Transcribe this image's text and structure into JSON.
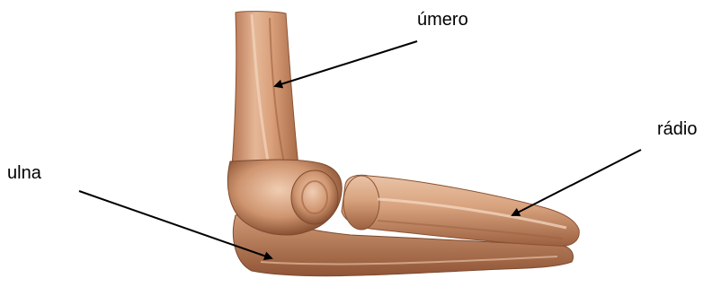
{
  "labels": {
    "humerus": "úmero",
    "radius": "rádio",
    "ulna": "ulna"
  },
  "colors": {
    "bone_light": "#e8bfa0",
    "bone_mid": "#d39a74",
    "bone_dark": "#a86a47",
    "bone_shadow": "#7d4a30",
    "arrow": "#000000"
  }
}
